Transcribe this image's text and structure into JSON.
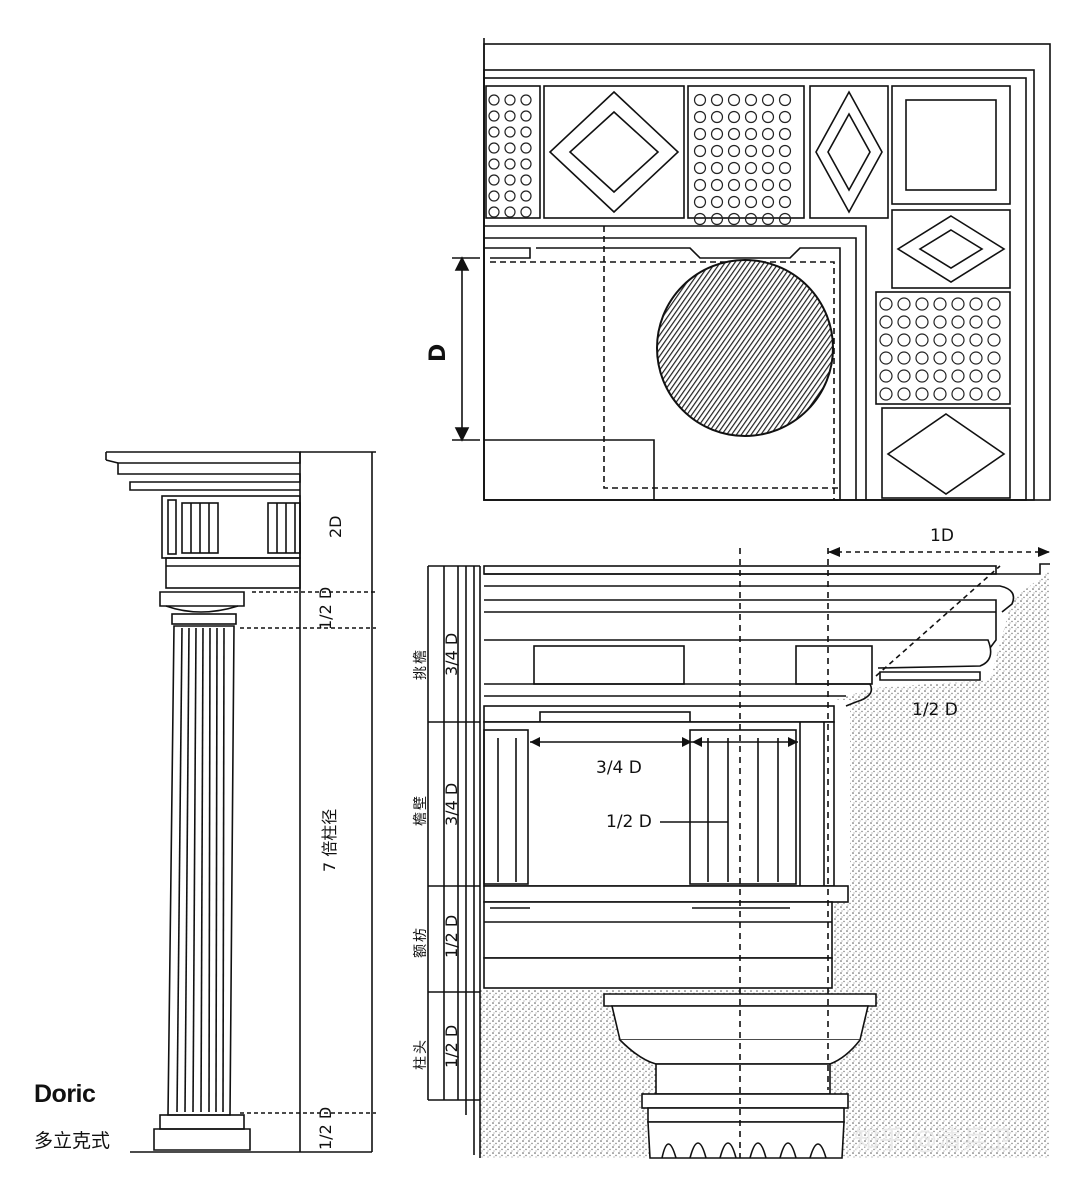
{
  "title_en": "Doric",
  "title_zh": "多立克式",
  "watermark": "知乎 @清兵卫",
  "column_dims": {
    "entablature": "2D",
    "capital": "1/2 D",
    "shaft": "7 倍柱径",
    "base": "1/2 D"
  },
  "plan_dims": {
    "diameter": "D"
  },
  "detail_dims": {
    "overhang": "1D",
    "soffit": "1/2 D",
    "metope_width": "3/4 D",
    "triglyph_width": "1/2 D"
  },
  "detail_side": {
    "cornice_name": "挑檐",
    "cornice_dim": "3/4 D",
    "frieze_name": "檐壁",
    "frieze_dim": "3/4 D",
    "architrave_name": "额枋",
    "architrave_dim": "1/2 D",
    "capital_name": "柱头",
    "capital_dim": "1/2 D"
  },
  "colors": {
    "ink": "#111111",
    "paper": "#ffffff",
    "hatch": "#444444",
    "watermark": "#e9e9e9"
  }
}
